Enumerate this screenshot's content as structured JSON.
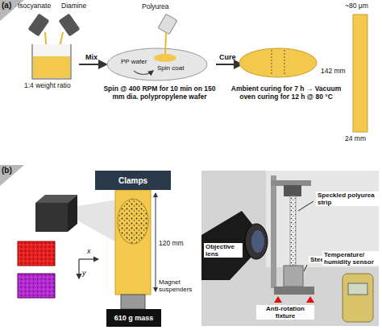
{
  "diagram": {
    "nodes": [
      {
        "text": [
          "Clamps"
        ]
      },
      {
        "text": [
          "610 g mass"
        ]
      }
    ],
    "labels": [
      "(a)",
      "Isocyanate",
      "Diamine",
      "1:4 weight ratio",
      "Mix",
      "Polyurea",
      "PP wafer",
      "Spin coat",
      "Cure",
      "~80 μm",
      "142 mm",
      "24 mm",
      "Spin @ 400 RPM for 10 min on 150 mm dia. polypropylene wafer",
      "Ambient curing for 7 h → Vacuum oven curing for 12 h @ 80 °C",
      "(b)",
      "x",
      "y",
      "120 mm",
      "Magnet suspenders",
      "Objective lens",
      "Speckled polyurea strip",
      "Steel mass",
      "Temperature/ humidity sensor",
      "Anti-rotation fixture"
    ]
  }
}
